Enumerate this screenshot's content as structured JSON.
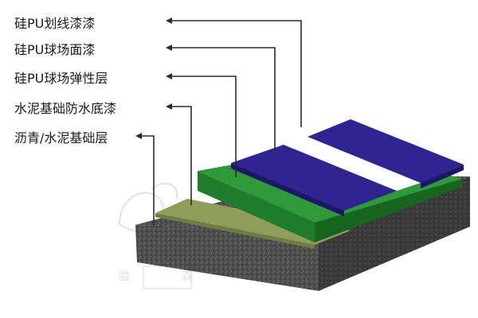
{
  "labels": [
    "硅PU划线漆漆",
    "硅PU球场面漆",
    "硅PU球场弹性层",
    "水泥基础防水底漆",
    "沥青/水泥基础层"
  ],
  "watermark": {
    "left_char": "溢",
    "right_char": "森"
  },
  "colors": {
    "line_paint": "#ffffff",
    "top_coat": "#2e2590",
    "elastic_layer": "#2f9a3a",
    "primer": "#8a9a57",
    "base_layer": "#4a4a4a",
    "arrow": "#2b2b2b"
  }
}
